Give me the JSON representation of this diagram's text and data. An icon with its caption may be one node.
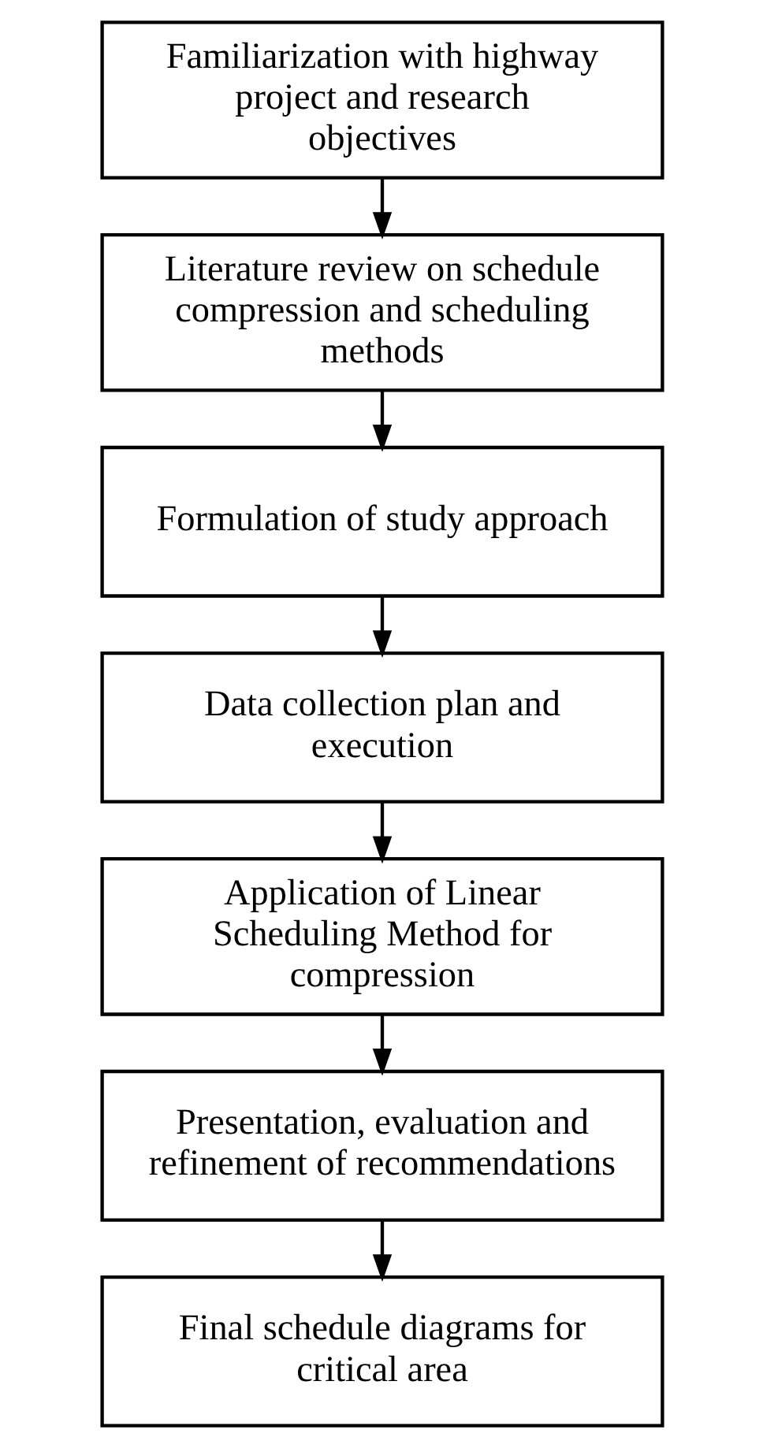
{
  "diagram": {
    "nodes": [
      {
        "text": [
          "Familiarization with highway project and research objectives"
        ]
      },
      {
        "text": [
          "Literature review on schedule compression and scheduling methods"
        ]
      },
      {
        "text": [
          "Formulation of study approach"
        ]
      },
      {
        "text": [
          "Data collection plan and execution"
        ]
      },
      {
        "text": [
          "Application of Linear Scheduling Method for compression"
        ]
      },
      {
        "text": [
          "Presentation, evaluation and refinement of recommendations"
        ]
      },
      {
        "text": [
          "Final schedule diagrams for critical area"
        ]
      }
    ],
    "edges": [
      {
        "from": 0,
        "to": 1,
        "arrow": "to"
      },
      {
        "from": 1,
        "to": 2,
        "arrow": "to"
      },
      {
        "from": 2,
        "to": 3,
        "arrow": "to"
      },
      {
        "from": 3,
        "to": 4,
        "arrow": "to"
      },
      {
        "from": 4,
        "to": 5,
        "arrow": "to"
      },
      {
        "from": 5,
        "to": 6,
        "arrow": "to"
      }
    ]
  }
}
